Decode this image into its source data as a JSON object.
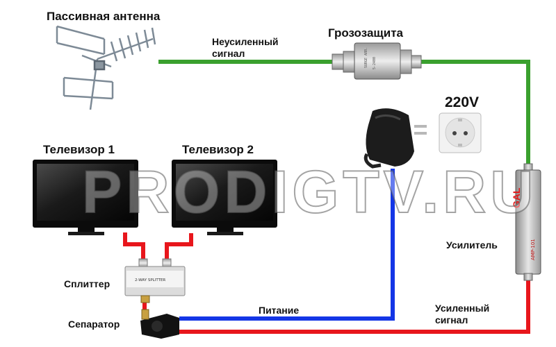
{
  "labels": {
    "antenna": "Пассивная антенна",
    "unamplified_line1": "Неусиленный",
    "unamplified_line2": "сигнал",
    "surge_protector": "Грозозащита",
    "voltage": "220V",
    "tv1": "Телевизор 1",
    "tv2": "Телевизор 2",
    "amplifier": "Усилитель",
    "splitter": "Сплиттер",
    "power": "Питание",
    "amplified_line1": "Усиленный",
    "amplified_line2": "сигнал",
    "separator": "Сепаратор"
  },
  "watermark": "PRODIGTV.RU",
  "device_text": {
    "amp_brand": "GAL",
    "amp_model": "AMP-101",
    "splitter_model": "2-WAY SPLITTER"
  },
  "colors": {
    "unamplified_cable": "#3aa02e",
    "power_cable": "#1436e6",
    "amplified_cable": "#e8161c"
  }
}
